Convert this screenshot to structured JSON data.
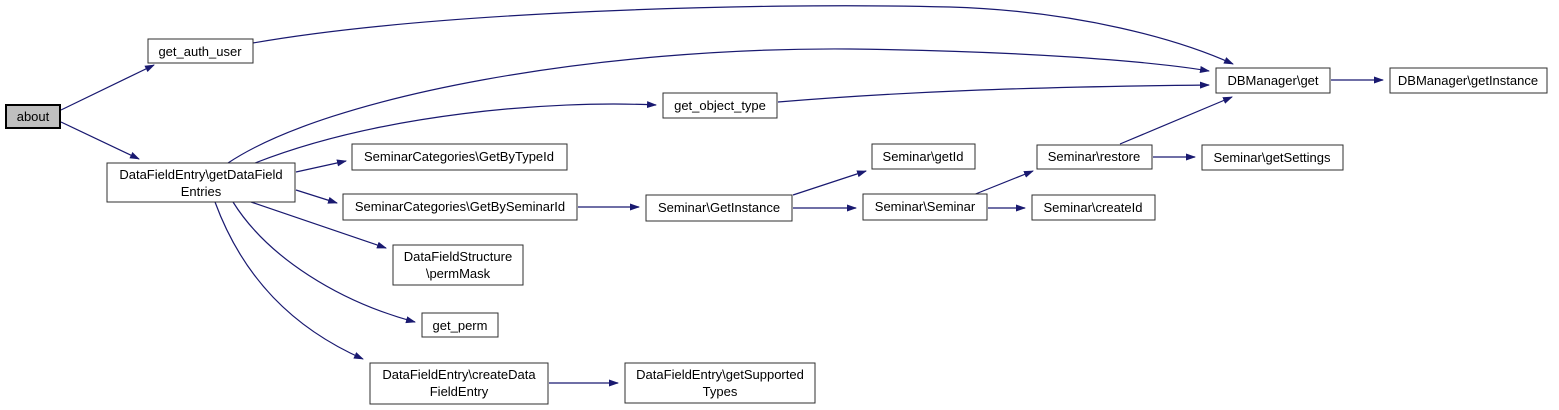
{
  "page": {
    "background_color": "#ffffff"
  },
  "diagram": {
    "type": "call-graph",
    "edge_color": "#191970",
    "node_border_color": "#2f2f2f",
    "node_fill": "#ffffff",
    "highlight_node_fill": "#bfbfbf",
    "highlight_node_border": "#000000",
    "text_color": "#000000",
    "nodes": {
      "about": {
        "label": "about",
        "highlighted": true
      },
      "get_auth_user": {
        "label": "get_auth_user"
      },
      "get_data_field_entries": {
        "label": "DataFieldEntry\\getDataFieldEntries",
        "line1": "DataFieldEntry\\getDataField",
        "line2": "Entries"
      },
      "get_object_type": {
        "label": "get_object_type"
      },
      "get_by_type_id": {
        "label": "SeminarCategories\\GetByTypeId"
      },
      "get_by_seminar_id": {
        "label": "SeminarCategories\\GetBySeminarId"
      },
      "get_instance": {
        "label": "Seminar\\GetInstance"
      },
      "get_id": {
        "label": "Seminar\\getId"
      },
      "seminar_seminar": {
        "label": "Seminar\\Seminar"
      },
      "seminar_restore": {
        "label": "Seminar\\restore"
      },
      "seminar_create_id": {
        "label": "Seminar\\createId"
      },
      "seminar_get_settings": {
        "label": "Seminar\\getSettings"
      },
      "dbmanager_get": {
        "label": "DBManager\\get"
      },
      "dbmanager_get_instance": {
        "label": "DBManager\\getInstance"
      },
      "perm_mask": {
        "label": "DataFieldStructure\\permMask",
        "line1": "DataFieldStructure",
        "line2": "\\permMask"
      },
      "get_perm": {
        "label": "get_perm"
      },
      "create_data_field_entry": {
        "label": "DataFieldEntry\\createDataFieldEntry",
        "line1": "DataFieldEntry\\createData",
        "line2": "FieldEntry"
      },
      "get_supported_types": {
        "label": "DataFieldEntry\\getSupportedTypes",
        "line1": "DataFieldEntry\\getSupported",
        "line2": "Types"
      }
    },
    "edges": [
      {
        "from": "about",
        "to": "get_auth_user"
      },
      {
        "from": "about",
        "to": "get_data_field_entries"
      },
      {
        "from": "get_auth_user",
        "to": "dbmanager_get"
      },
      {
        "from": "get_data_field_entries",
        "to": "dbmanager_get"
      },
      {
        "from": "get_data_field_entries",
        "to": "get_object_type"
      },
      {
        "from": "get_data_field_entries",
        "to": "get_by_type_id"
      },
      {
        "from": "get_data_field_entries",
        "to": "get_by_seminar_id"
      },
      {
        "from": "get_data_field_entries",
        "to": "perm_mask"
      },
      {
        "from": "get_data_field_entries",
        "to": "get_perm"
      },
      {
        "from": "get_data_field_entries",
        "to": "create_data_field_entry"
      },
      {
        "from": "get_object_type",
        "to": "dbmanager_get"
      },
      {
        "from": "get_by_seminar_id",
        "to": "get_instance"
      },
      {
        "from": "get_instance",
        "to": "get_id"
      },
      {
        "from": "get_instance",
        "to": "seminar_seminar"
      },
      {
        "from": "seminar_seminar",
        "to": "seminar_restore"
      },
      {
        "from": "seminar_seminar",
        "to": "seminar_create_id"
      },
      {
        "from": "seminar_restore",
        "to": "dbmanager_get"
      },
      {
        "from": "seminar_restore",
        "to": "seminar_get_settings"
      },
      {
        "from": "dbmanager_get",
        "to": "dbmanager_get_instance"
      },
      {
        "from": "create_data_field_entry",
        "to": "get_supported_types"
      }
    ]
  }
}
